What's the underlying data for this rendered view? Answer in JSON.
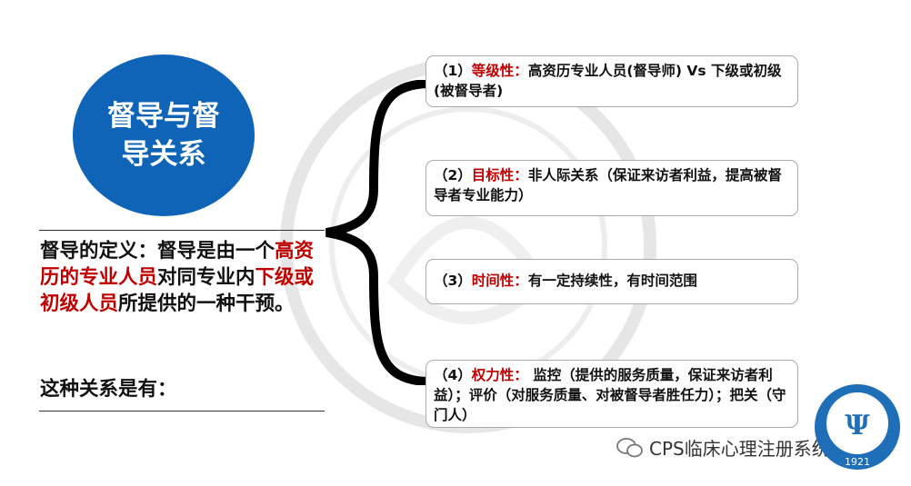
{
  "title": {
    "line1": "督导与督",
    "line2": "导关系"
  },
  "definition": {
    "p1": "督导的定义：督导是由一个",
    "p2_red": "高资历的专业人员",
    "p3": "对同专业内",
    "p4_red": "下级或初级人员",
    "p5": "所提供的一种干预。"
  },
  "question": "这种关系是有：",
  "items": [
    {
      "num": "（1）",
      "key": "等级性：",
      "text": "高资历专业人员(督导师)  Vs 下级或初级(被督导者)"
    },
    {
      "num": "（2）",
      "key": "目标性：",
      "text": "非人际关系（保证来访者利益，提高被督导者专业能力）"
    },
    {
      "num": "（3）",
      "key": "时间性：",
      "text": "有一定持续性，有时间范围"
    },
    {
      "num": "（4）",
      "key": "权力性：",
      "text": "  监控（提供的服务质量，保证来访者利益）；评价（对服务质量、对被督导者胜任力）；把关（守门人）"
    }
  ],
  "footer": "CPS临床心理注册系统",
  "badge": {
    "year": "1921",
    "symbol": "Ψ"
  },
  "colors": {
    "blue": "#0f64b8",
    "red": "#c00000"
  }
}
